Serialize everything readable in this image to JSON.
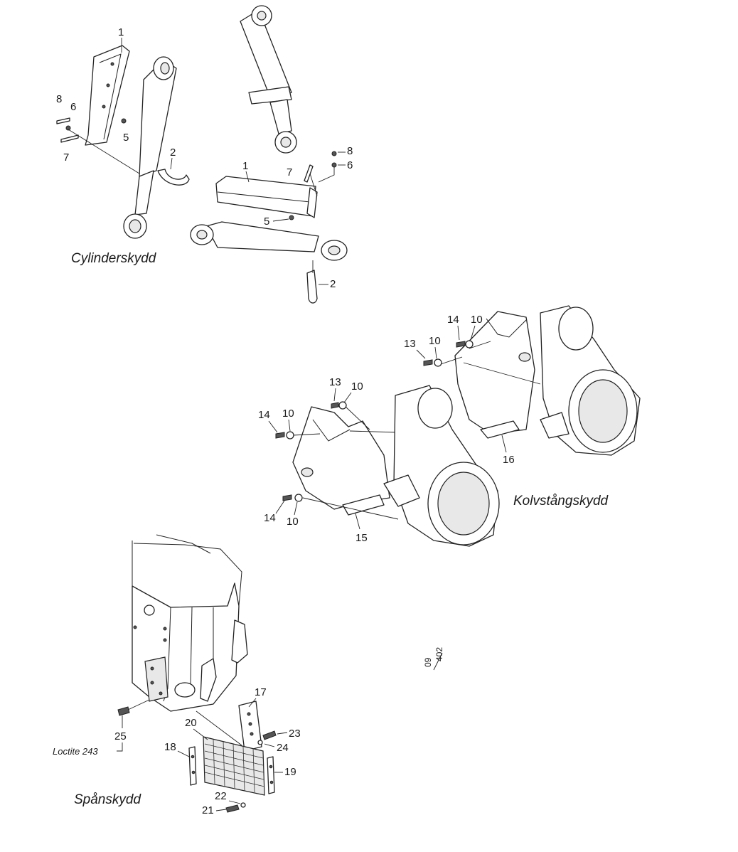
{
  "sections": {
    "cylinder_guard": "Cylinderskydd",
    "piston_rod_guard": "Kolvstångskydd",
    "chip_guard": "Spånskydd"
  },
  "note": "Loctite 243",
  "reference": {
    "top": "09",
    "bottom": "402"
  },
  "callouts": {
    "c1a": "1",
    "c2a": "2",
    "c5a": "5",
    "c6a": "6",
    "c7a": "7",
    "c8a": "8",
    "c1b": "1",
    "c2b": "2",
    "c5b": "5",
    "c6b": "6",
    "c7b": "7",
    "c8b": "8",
    "c13a": "13",
    "c10a": "10",
    "c14a": "14",
    "c10b": "10",
    "c16": "16",
    "c13b": "13",
    "c10c": "10",
    "c14b": "14",
    "c10d": "10",
    "c14c": "14",
    "c10e": "10",
    "c15": "15",
    "c17": "17",
    "c18": "18",
    "c19": "19",
    "c20": "20",
    "c21": "21",
    "c22": "22",
    "c23": "23",
    "c24": "24",
    "c25": "25"
  }
}
